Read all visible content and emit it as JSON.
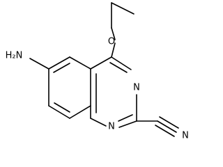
{
  "molecule": {
    "atoms": {
      "o_label": "O",
      "n3_label": "N",
      "n1_label": "N",
      "nitrile_n_label": "N",
      "amine_label": "H₂N"
    },
    "colors": {
      "bond": "#000000",
      "label": "#000000",
      "background": "#ffffff"
    }
  }
}
